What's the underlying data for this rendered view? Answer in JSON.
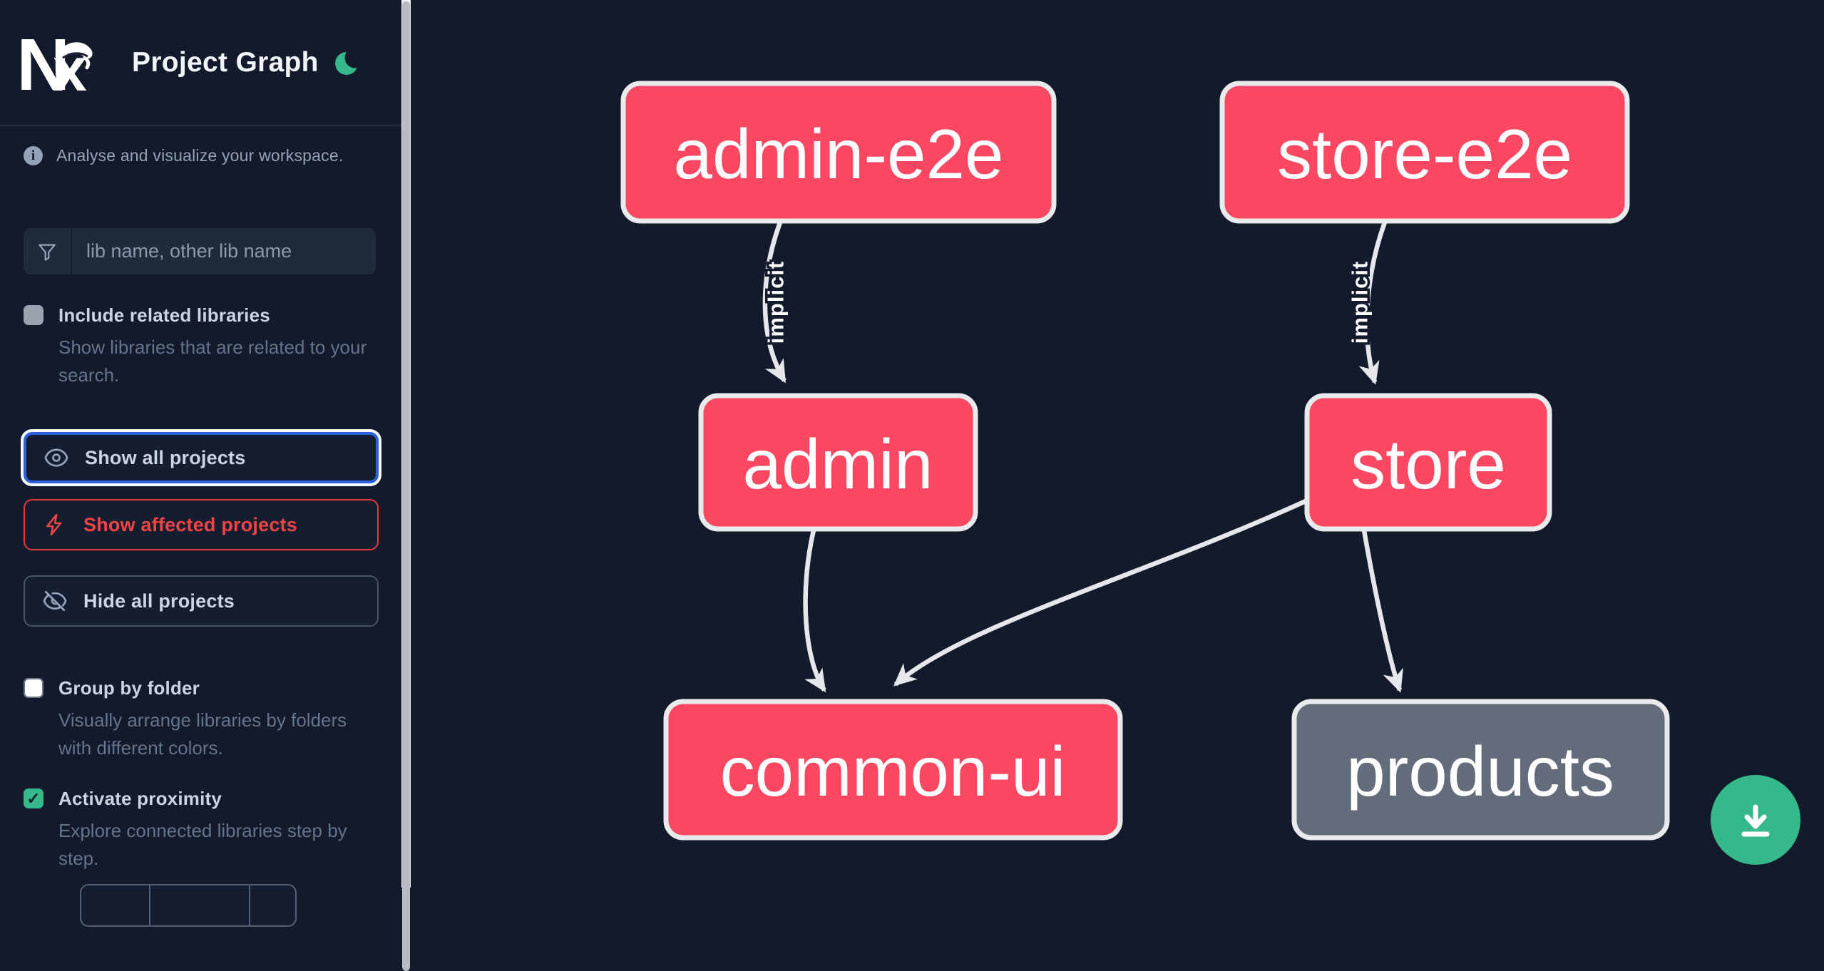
{
  "header": {
    "logo": "Nx",
    "title": "Project Graph",
    "theme_icon": "moon-icon"
  },
  "sidebar": {
    "tagline": "Analyse and visualize your workspace.",
    "filter": {
      "placeholder": "lib name, other lib name",
      "value": "",
      "icon": "funnel-icon"
    },
    "include_related": {
      "label": "Include related libraries",
      "description": "Show libraries that are related to your search.",
      "checked": false,
      "disabled": true
    },
    "actions": {
      "show_all": {
        "label": "Show all projects",
        "icon": "eye-icon",
        "focused": true
      },
      "show_affected": {
        "label": "Show affected projects",
        "icon": "bolt-icon"
      },
      "hide_all": {
        "label": "Hide all projects",
        "icon": "eye-off-icon"
      }
    },
    "group_by_folder": {
      "label": "Group by folder",
      "description": "Visually arrange libraries by folders with different colors.",
      "checked": false
    },
    "activate_proximity": {
      "label": "Activate proximity",
      "description": "Explore connected libraries step by step.",
      "checked": true
    }
  },
  "graph": {
    "nodes": [
      {
        "id": "admin-e2e",
        "label": "admin-e2e",
        "type": "affected"
      },
      {
        "id": "store-e2e",
        "label": "store-e2e",
        "type": "affected"
      },
      {
        "id": "admin",
        "label": "admin",
        "type": "affected"
      },
      {
        "id": "store",
        "label": "store",
        "type": "affected"
      },
      {
        "id": "common-ui",
        "label": "common-ui",
        "type": "affected"
      },
      {
        "id": "products",
        "label": "products",
        "type": "unaffected"
      }
    ],
    "edges": [
      {
        "from": "admin-e2e",
        "to": "admin",
        "label": "implicit",
        "type": "implicit"
      },
      {
        "from": "store-e2e",
        "to": "store",
        "label": "implicit",
        "type": "implicit"
      },
      {
        "from": "admin",
        "to": "common-ui",
        "type": "static"
      },
      {
        "from": "store",
        "to": "common-ui",
        "type": "static"
      },
      {
        "from": "store",
        "to": "products",
        "type": "static"
      }
    ]
  },
  "fab": {
    "icon": "download-icon"
  },
  "colors": {
    "background": "#121a2b",
    "node_affected": "#fb4762",
    "node_unaffected": "#636c7b",
    "node_border": "#e8eaec",
    "edge": "#e5e7ea",
    "accent_green": "#35b98b",
    "focus_blue": "#2c62e0",
    "danger_red": "#ef4444",
    "label_text": "#cbd5e1",
    "muted_text": "#64748b"
  }
}
